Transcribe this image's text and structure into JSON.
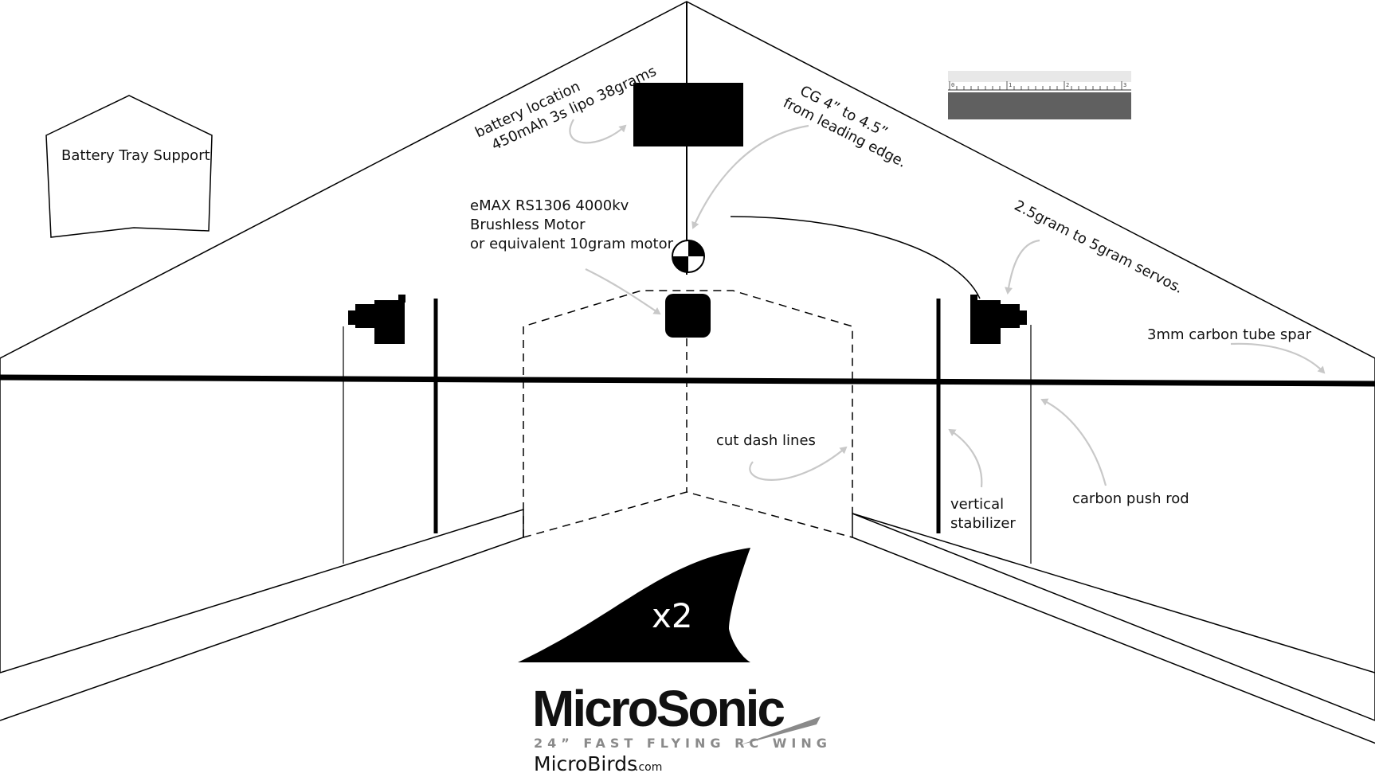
{
  "labels": {
    "battery_tray": "Battery Tray Support",
    "battery_line1": "battery location",
    "battery_line2": "450mAh 3s lipo 38grams",
    "cg_line1": "CG 4” to 4.5”",
    "cg_line2": "from leading edge.",
    "motor_line1": "eMAX RS1306 4000kv",
    "motor_line2": "Brushless Motor",
    "motor_line3": "or equivalent 10gram motor",
    "servos": "2.5gram to 5gram servos.",
    "spar": "3mm carbon tube spar",
    "cut_lines": "cut dash lines",
    "vstab_line1": "vertical",
    "vstab_line2": "stabilizer",
    "push_rod": "carbon push rod",
    "fin_count": "x2"
  },
  "logo": {
    "title": "MicroSonic",
    "subtitle": "24” FAST FLYING RC WING",
    "site_main": "MicroBirds",
    "site_suffix": ".com"
  },
  "ruler": {
    "ticks": [
      "0",
      "1",
      "2",
      "3"
    ]
  },
  "colors": {
    "ink": "#000000",
    "guide_arrow": "#c8c8c8",
    "ruler_band": "#606060",
    "subtitle_grey": "#8a8a8a"
  }
}
